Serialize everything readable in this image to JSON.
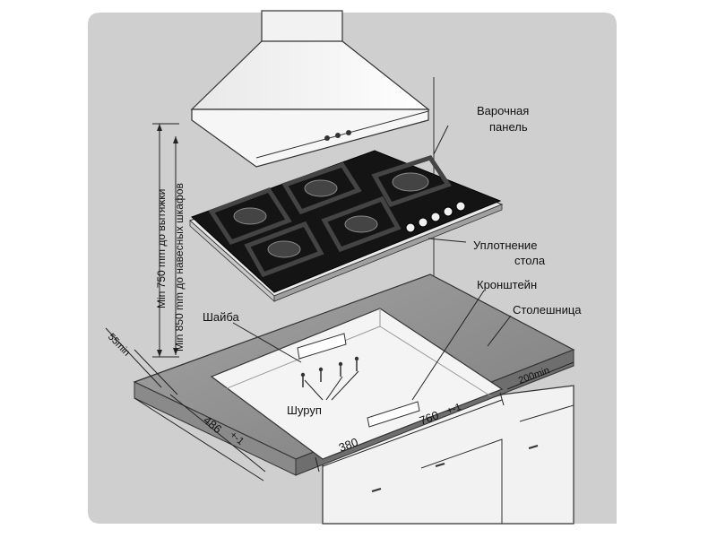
{
  "labels": {
    "hob_line1": "Варочная",
    "hob_line2": "панель",
    "seal_line1": "Уплотнение",
    "seal_line2": "стола",
    "bracket": "Кронштейн",
    "countertop": "Столешница",
    "washer": "Шайба",
    "screw": "Шуруп"
  },
  "dimensions": {
    "hood_height_1": "Min 750 mm до вытяжки",
    "hood_height_2": "Min 850 mm до навесных шкафов",
    "front_gap": "55min",
    "back_gap": "200min",
    "depth": "486",
    "depth_tol": "+-1",
    "width_half": "380",
    "width": "760",
    "width_tol": "+-1"
  },
  "colors": {
    "frame": "#cfcfcf",
    "countertop": "#8e8e8e",
    "countertop_edge": "#6e6e6e",
    "glass": "#141414",
    "burner": "#555555"
  }
}
